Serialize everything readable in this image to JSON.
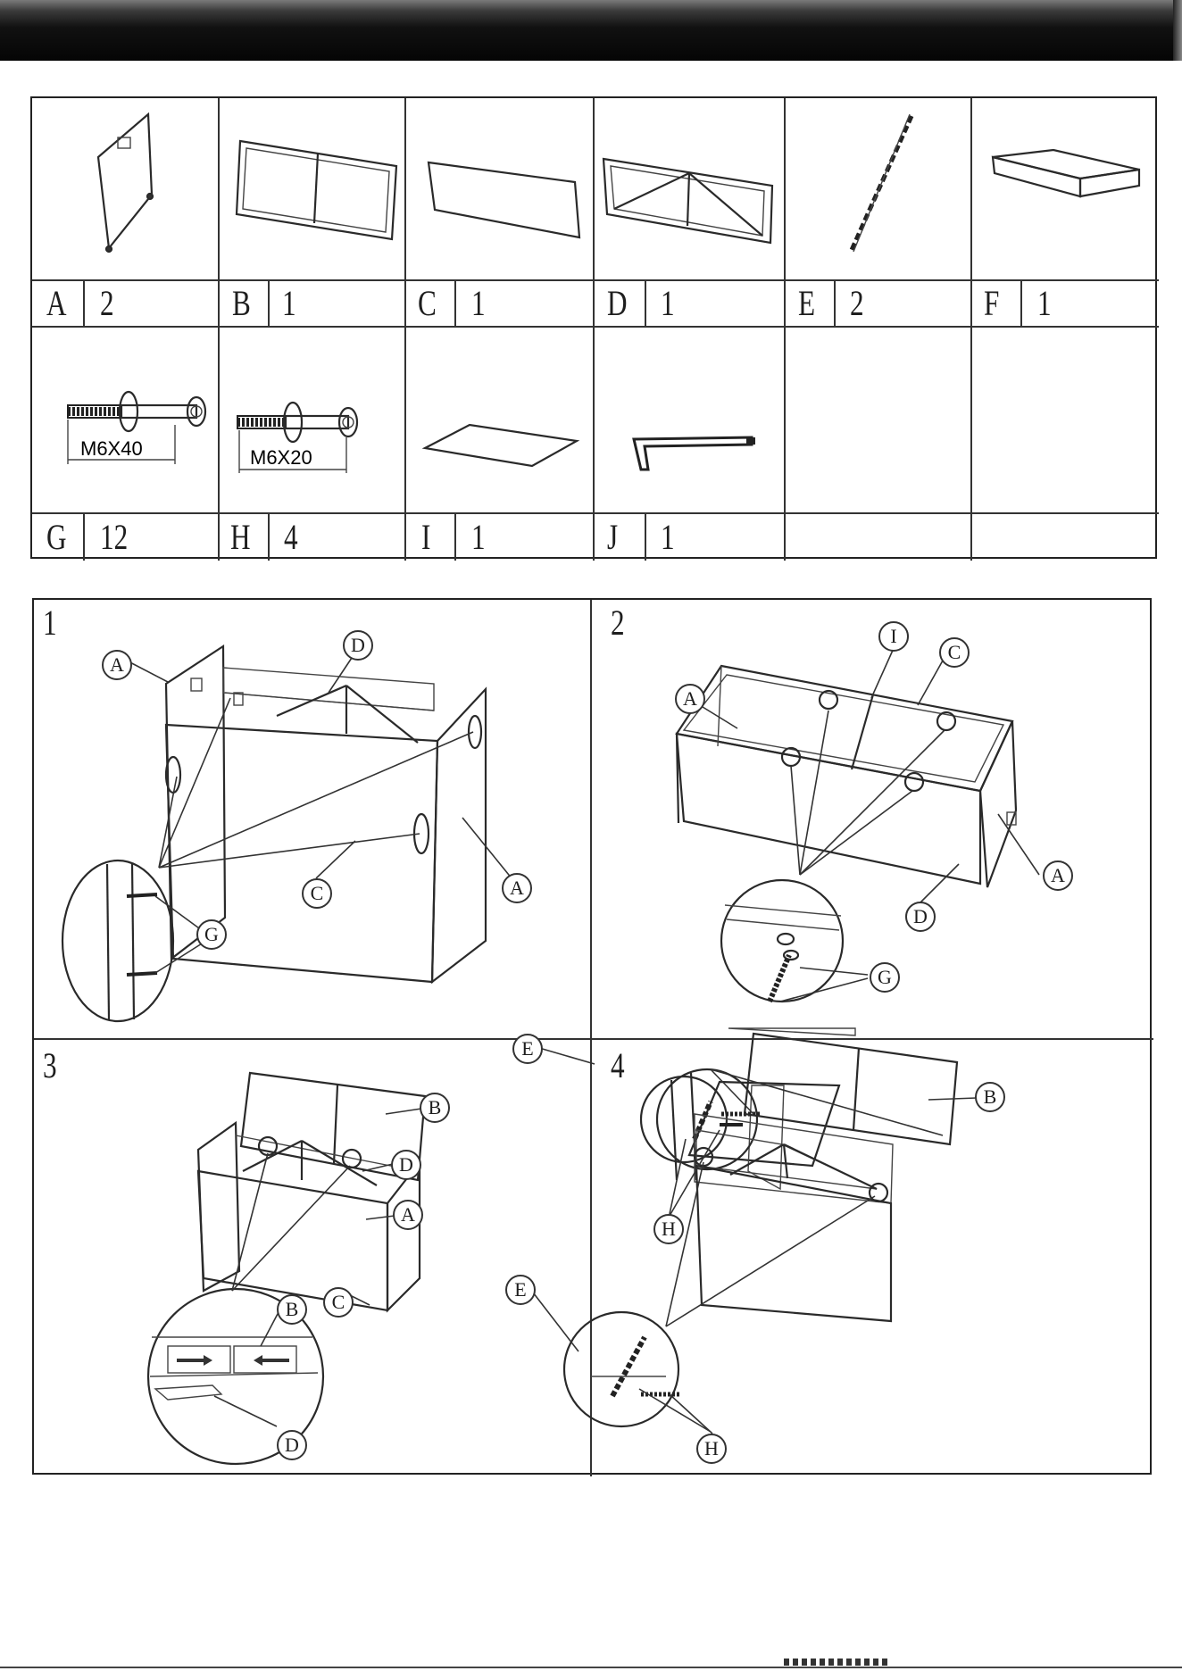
{
  "parts": [
    {
      "letter": "A",
      "qty": "2",
      "icon": "side-panel-icon"
    },
    {
      "letter": "B",
      "qty": "1",
      "icon": "lid-frame-icon"
    },
    {
      "letter": "C",
      "qty": "1",
      "icon": "front-panel-icon"
    },
    {
      "letter": "D",
      "qty": "1",
      "icon": "back-frame-icon"
    },
    {
      "letter": "E",
      "qty": "2",
      "icon": "chain-icon"
    },
    {
      "letter": "F",
      "qty": "1",
      "icon": "cushion-icon"
    },
    {
      "letter": "G",
      "qty": "12",
      "icon": "bolt-m6x40-icon",
      "size": "M6X40"
    },
    {
      "letter": "H",
      "qty": "4",
      "icon": "bolt-m6x20-icon",
      "size": "M6X20"
    },
    {
      "letter": "I",
      "qty": "1",
      "icon": "base-board-icon"
    },
    {
      "letter": "J",
      "qty": "1",
      "icon": "allen-key-icon"
    }
  ],
  "steps": [
    {
      "number": "1",
      "callouts": [
        "A",
        "D",
        "C",
        "A",
        "G"
      ]
    },
    {
      "number": "2",
      "callouts": [
        "A",
        "I",
        "C",
        "A",
        "D",
        "G"
      ]
    },
    {
      "number": "3",
      "callouts": [
        "B",
        "D",
        "A",
        "C",
        "B",
        "D"
      ]
    },
    {
      "number": "4",
      "callouts": [
        "E",
        "B",
        "H",
        "E",
        "H"
      ]
    }
  ]
}
